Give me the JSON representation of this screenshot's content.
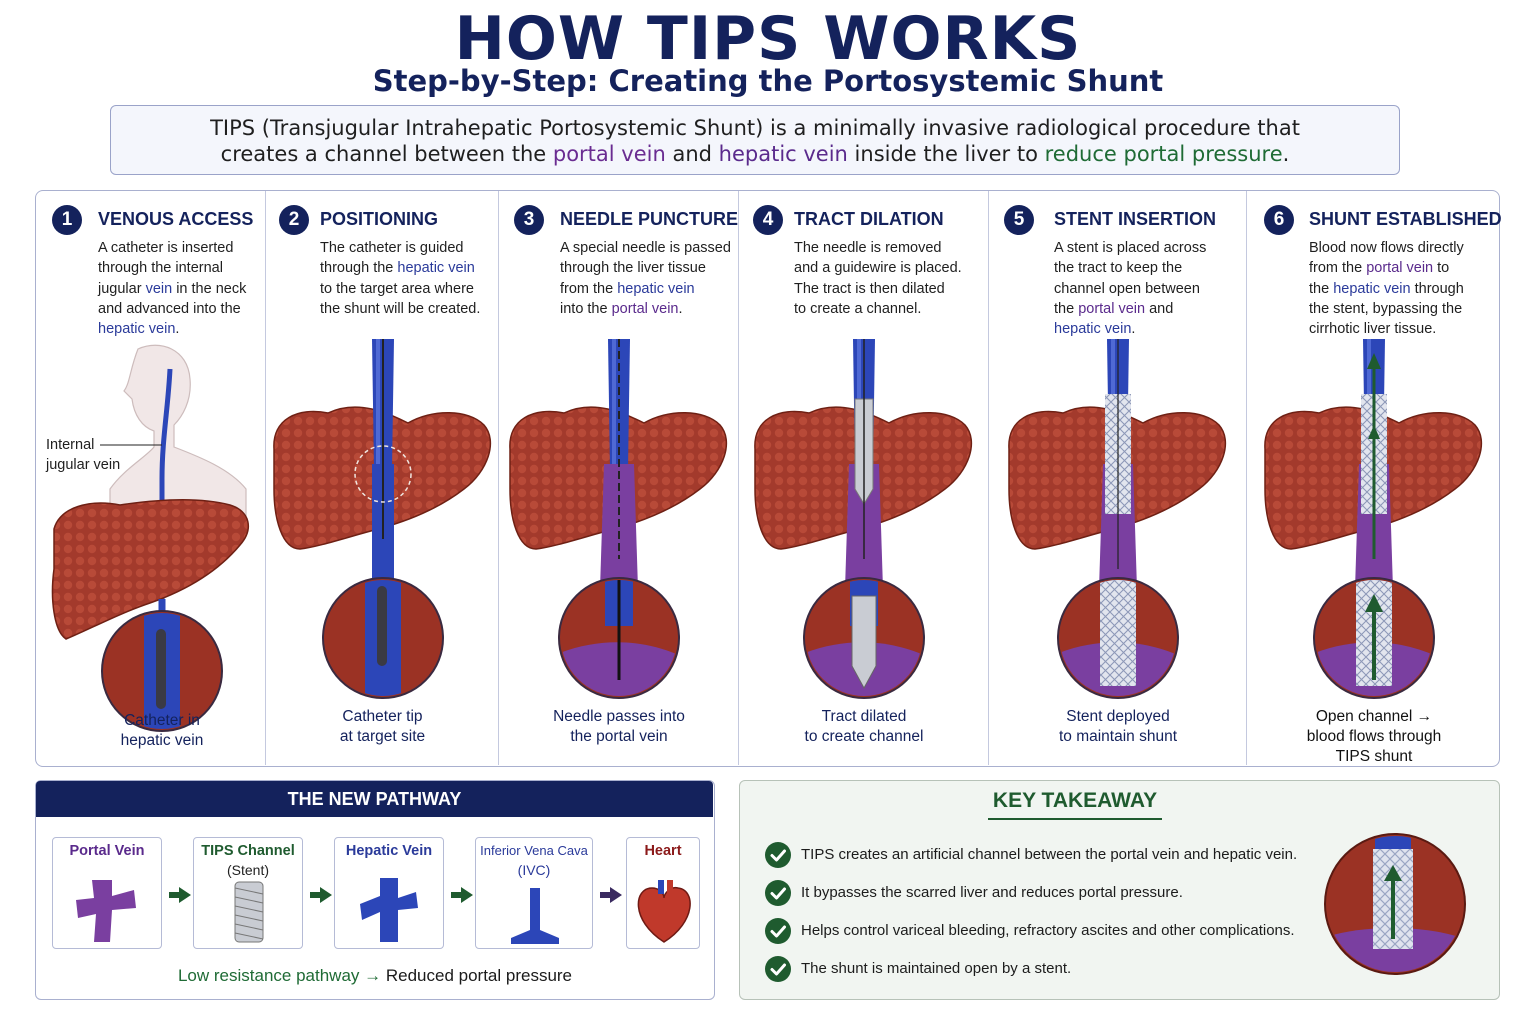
{
  "header": {
    "title": "HOW TIPS WORKS",
    "subtitle": "Step-by-Step: Creating the Portosystemic Shunt"
  },
  "intro": {
    "part1": "TIPS (Transjugular Intrahepatic Portosystemic Shunt) is a minimally invasive radiological procedure that",
    "part2": "creates a channel between the ",
    "portal": "portal vein",
    "and": " and ",
    "hepatic": "hepatic vein",
    "part3": " inside the liver to ",
    "reduce": "reduce portal pressure",
    "end": "."
  },
  "colors": {
    "navy": "#14225c",
    "liver": "#a33a2c",
    "hepatic_vein": "#2c46b8",
    "portal_vein": "#7a3fa0",
    "green": "#1f5b2f"
  },
  "steps": [
    {
      "num": "1",
      "title": "VENOUS ACCESS",
      "desc": [
        {
          "t": "A catheter is inserted"
        },
        {
          "t": "through the internal"
        },
        {
          "t": "jugular ",
          "h": "vein",
          "r": " in the neck"
        },
        {
          "t": "and advanced into the"
        },
        {
          "h": "hepatic vein",
          "r": "."
        }
      ],
      "label": "Internal\njugular vein",
      "caption": [
        "Catheter in",
        "hepatic vein"
      ]
    },
    {
      "num": "2",
      "title": "POSITIONING",
      "desc": [
        {
          "t": "The catheter is guided"
        },
        {
          "t": "through the ",
          "h": "hepatic vein"
        },
        {
          "t": "to the target area where"
        },
        {
          "t": "the shunt will be created."
        }
      ],
      "caption": [
        "Catheter tip",
        "at target site"
      ]
    },
    {
      "num": "3",
      "title": "NEEDLE PUNCTURE",
      "desc": [
        {
          "t": "A special needle is passed"
        },
        {
          "t": "through the liver tissue"
        },
        {
          "t": "from the ",
          "h": "hepatic vein"
        },
        {
          "t": "into the ",
          "p": "portal vein",
          "r": "."
        }
      ],
      "caption": [
        "Needle passes into",
        "the portal vein"
      ]
    },
    {
      "num": "4",
      "title": "TRACT DILATION",
      "desc": [
        {
          "t": "The needle is removed"
        },
        {
          "t": "and a guidewire is placed."
        },
        {
          "t": "The tract is then dilated"
        },
        {
          "t": "to create a channel."
        }
      ],
      "caption": [
        "Tract dilated",
        "to create channel"
      ]
    },
    {
      "num": "5",
      "title": "STENT INSERTION",
      "desc": [
        {
          "t": "A stent is placed across"
        },
        {
          "t": "the tract to keep the"
        },
        {
          "t": "channel open between"
        },
        {
          "t": "the ",
          "p": "portal vein",
          "r": " and"
        },
        {
          "h": "hepatic vein",
          "r": "."
        }
      ],
      "caption": [
        "Stent deployed",
        "to maintain shunt"
      ]
    },
    {
      "num": "6",
      "title": "SHUNT ESTABLISHED",
      "desc": [
        {
          "t": "Blood now flows directly"
        },
        {
          "t": "from the ",
          "p": "portal vein",
          "r": " to"
        },
        {
          "t": "the ",
          "h": "hepatic vein",
          "r": " through"
        },
        {
          "t": "the stent, bypassing the"
        },
        {
          "t": "cirrhotic liver tissue."
        }
      ],
      "caption": [
        "Open channel →",
        "blood flows through",
        "TIPS shunt"
      ]
    }
  ],
  "pathway": {
    "title": "THE NEW PATHWAY",
    "nodes": [
      {
        "label": "Portal Vein",
        "sub": "",
        "color": "#5a2a8c"
      },
      {
        "label": "TIPS Channel",
        "sub": "(Stent)",
        "color": "#1f5b2f"
      },
      {
        "label": "Hepatic Vein",
        "sub": "",
        "color": "#2a3a9a"
      },
      {
        "label": "Inferior Vena Cava",
        "sub": "(IVC)",
        "color": "#2a3a9a"
      },
      {
        "label": "Heart",
        "sub": "",
        "color": "#8b1a1a"
      }
    ],
    "footer_a": "Low resistance pathway →",
    "footer_b": " Reduced portal pressure"
  },
  "takeaway": {
    "title": "KEY TAKEAWAY",
    "items": [
      "TIPS creates an artificial channel between the portal vein and hepatic vein.",
      "It bypasses the scarred liver and reduces portal pressure.",
      "Helps control variceal bleeding, refractory ascites and other complications.",
      "The shunt is maintained open by a stent."
    ]
  }
}
